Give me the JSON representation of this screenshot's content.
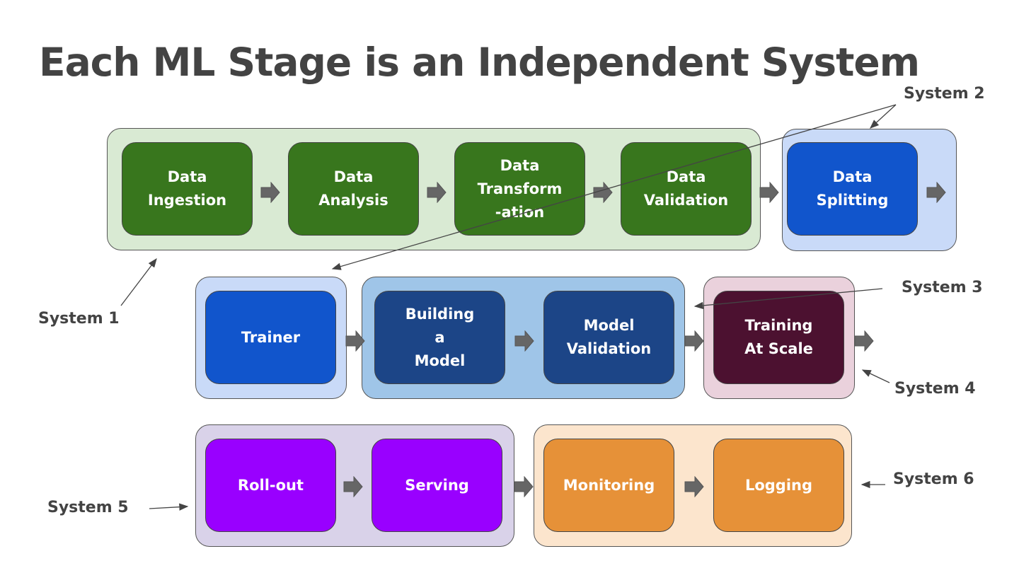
{
  "title": "Each ML Stage is an Independent System",
  "colors": {
    "system1_bg": "#d9ead3",
    "stage_green": "#38761d",
    "system2_bg": "#c9daf8",
    "stage_blue": "#1155cc",
    "model_bg": "#9fc5e8",
    "stage_navy": "#1c4587",
    "system4_bg": "#ead1dc",
    "stage_maroon": "#4c1130",
    "system5_bg": "#d9d2e9",
    "stage_purple": "#9900ff",
    "system6_bg": "#fce5cd",
    "stage_orange": "#e69138",
    "arrow": "#666666",
    "text": "#434343"
  },
  "stages": {
    "data_ingestion": "Data\nIngestion",
    "data_analysis": "Data\nAnalysis",
    "data_transformation": "Data\nTransform\n-ation",
    "data_validation": "Data\nValidation",
    "data_splitting": "Data\nSplitting",
    "trainer": "Trainer",
    "building_model": "Building\na\nModel",
    "model_validation": "Model\nValidation",
    "training_at_scale": "Training\nAt Scale",
    "rollout": "Roll-out",
    "serving": "Serving",
    "monitoring": "Monitoring",
    "logging": "Logging"
  },
  "systems": [
    "System 1",
    "System 2",
    "System 3",
    "System 4",
    "System 5",
    "System 6"
  ]
}
